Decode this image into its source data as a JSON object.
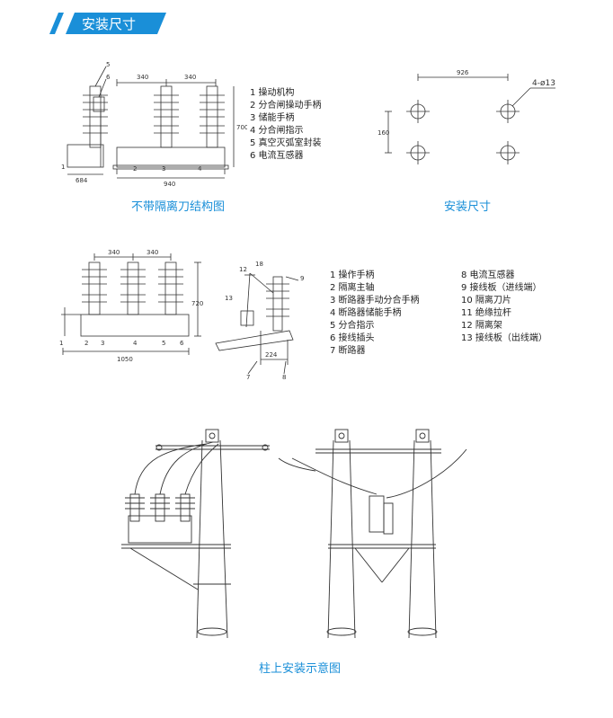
{
  "header": {
    "title": "安装尺寸",
    "accent": "#1a8fd8"
  },
  "figure1": {
    "caption": "不带隔离刀结构图",
    "legend": [
      "1 操动机构",
      "2 分合闸操动手柄",
      "3 储能手柄",
      "4 分合闸指示",
      "5 真空灭弧室封装",
      "6 电流互感器"
    ],
    "dims": {
      "pitch1": "340",
      "pitch2": "340",
      "width": "940",
      "height": "700",
      "base": "684"
    },
    "callouts": [
      "1",
      "2",
      "3",
      "4",
      "5",
      "6"
    ]
  },
  "figure2": {
    "caption": "安装尺寸",
    "dims": {
      "span": "926",
      "height": "160",
      "holes": "4-ø13"
    }
  },
  "figure3": {
    "legend_left": [
      "1 操作手柄",
      "2 隔离主轴",
      "3 断路器手动分合手柄",
      "4 断路器储能手柄",
      "5 分合指示",
      "6 接线插头",
      "7 断路器"
    ],
    "legend_right": [
      "8 电流互感器",
      "9 接线板（进线端）",
      "10 隔离刀片",
      "11 绝缘拉杆",
      "12 隔离架",
      "13 接线板（出线端）"
    ],
    "dims": {
      "pitch1": "340",
      "pitch2": "340",
      "width": "1050",
      "height": "720",
      "side": "224"
    },
    "callouts": [
      "1",
      "2",
      "3",
      "4",
      "5",
      "6",
      "7",
      "8",
      "9",
      "12",
      "13",
      "18"
    ]
  },
  "figure4": {
    "caption": "柱上安装示意图"
  }
}
